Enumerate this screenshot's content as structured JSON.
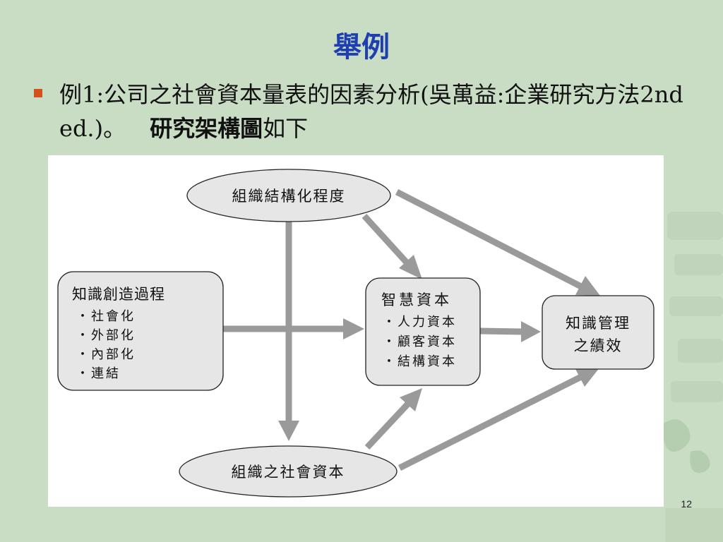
{
  "slide": {
    "title": "舉例",
    "bullet_text": "例1:公司之社會資本量表的因素分析(吳萬益:企業研究方法2nd ed.)。",
    "bullet_emphasis": "研究架構圖",
    "bullet_suffix": "如下",
    "page_number": "12"
  },
  "diagram": {
    "nodes": {
      "org_structure": {
        "label": "組織結構化程度"
      },
      "knowledge_creation": {
        "title": "知識創造過程",
        "items": [
          "‧社會化",
          "‧外部化",
          "‧內部化",
          "‧連結"
        ]
      },
      "intellectual_capital": {
        "title": "智慧資本",
        "items": [
          "‧人力資本",
          "‧顧客資本",
          "‧結構資本"
        ]
      },
      "km_performance": {
        "line1": "知識管理",
        "line2": "之績效"
      },
      "org_social_capital": {
        "label": "組織之社會資本"
      }
    },
    "edges": [
      {
        "from": "org_structure",
        "to": "intellectual_capital"
      },
      {
        "from": "org_structure",
        "to": "km_performance"
      },
      {
        "from": "org_structure",
        "to": "org_social_capital"
      },
      {
        "from": "knowledge_creation",
        "to": "intellectual_capital"
      },
      {
        "from": "intellectual_capital",
        "to": "km_performance"
      },
      {
        "from": "org_social_capital",
        "to": "intellectual_capital"
      },
      {
        "from": "org_social_capital",
        "to": "km_performance"
      }
    ],
    "colors": {
      "arrow": "#9a9a9a",
      "node_fill": "#e6e6e6",
      "node_stroke": "#222222"
    }
  }
}
